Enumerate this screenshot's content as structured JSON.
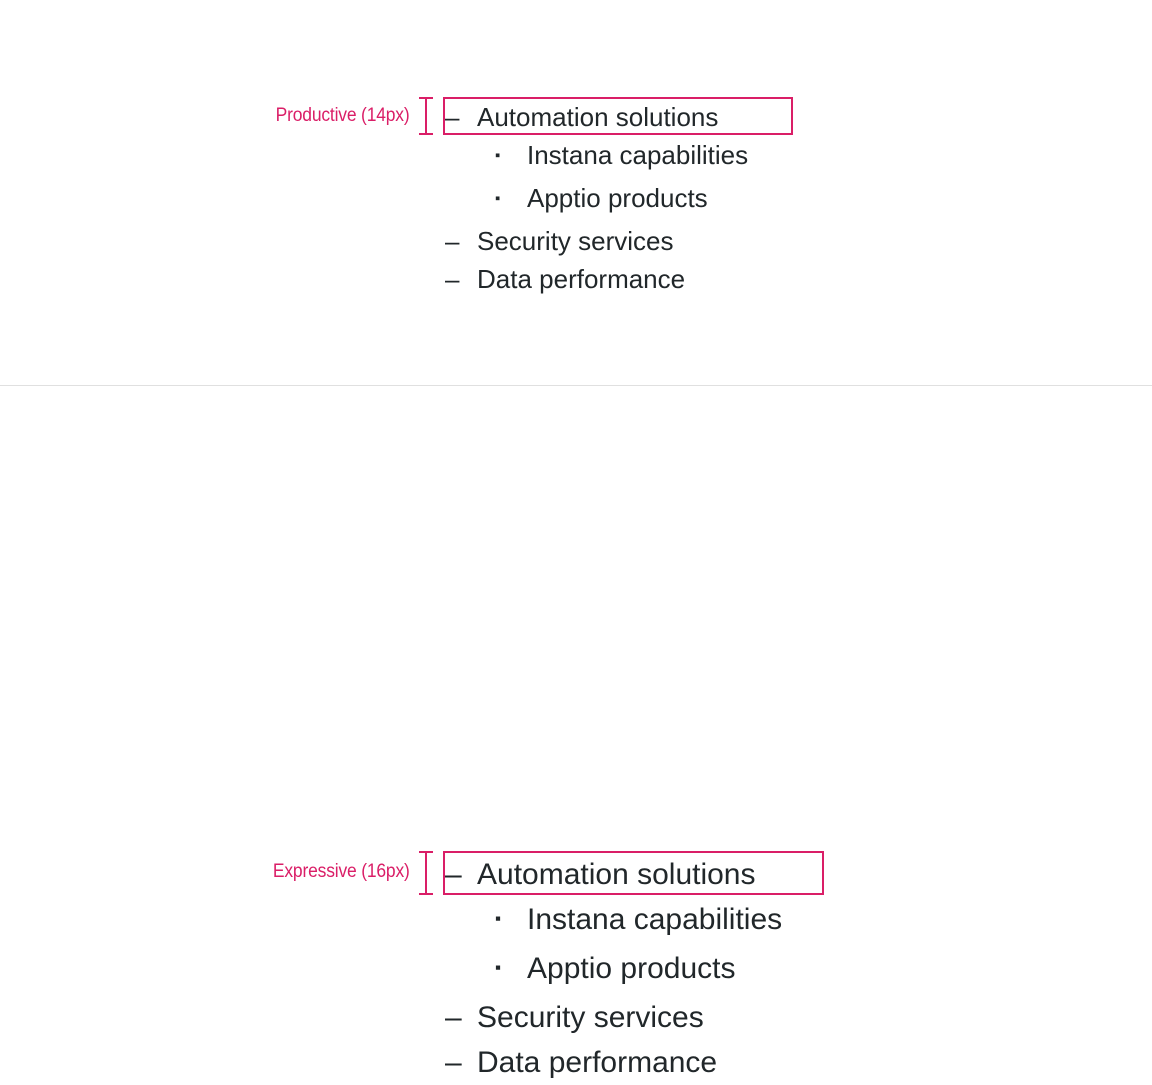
{
  "page": {
    "background_color": "#ffffff",
    "accent_color": "#da1e67",
    "text_color": "#21272a",
    "divider_color": "#e0e0e0"
  },
  "markers": {
    "level_1": "–",
    "level_2": "▪"
  },
  "sections": [
    {
      "id": "productive",
      "annotation_label": "Productive (14px)",
      "list": [
        {
          "level": 1,
          "marker": "–",
          "label": "Automation solutions",
          "highlighted": true
        },
        {
          "level": 2,
          "marker": "▪",
          "label": "Instana capabilities",
          "highlighted": false
        },
        {
          "level": 2,
          "marker": "▪",
          "label": "Apptio products",
          "highlighted": false
        },
        {
          "level": 1,
          "marker": "–",
          "label": "Security services",
          "highlighted": false
        },
        {
          "level": 1,
          "marker": "–",
          "label": "Data performance",
          "highlighted": false
        }
      ]
    },
    {
      "id": "expressive",
      "annotation_label": "Expressive (16px)",
      "list": [
        {
          "level": 1,
          "marker": "–",
          "label": "Automation solutions",
          "highlighted": true
        },
        {
          "level": 2,
          "marker": "▪",
          "label": "Instana capabilities",
          "highlighted": false
        },
        {
          "level": 2,
          "marker": "▪",
          "label": "Apptio products",
          "highlighted": false
        },
        {
          "level": 1,
          "marker": "–",
          "label": "Security services",
          "highlighted": false
        },
        {
          "level": 1,
          "marker": "–",
          "label": "Data performance",
          "highlighted": false
        }
      ]
    }
  ]
}
